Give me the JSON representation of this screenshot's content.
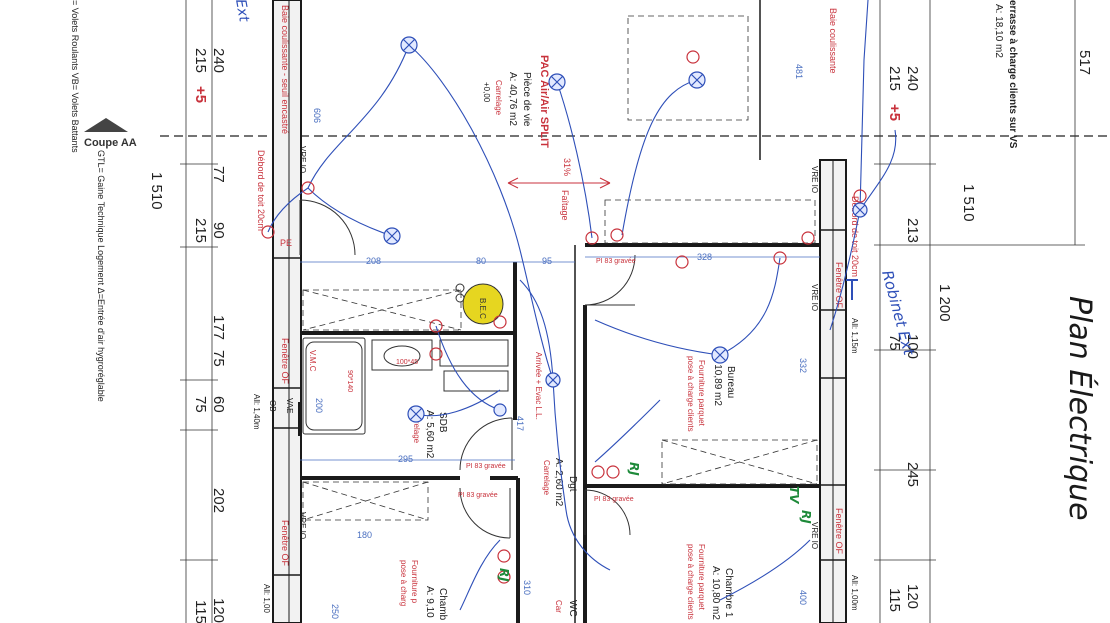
{
  "legend": {
    "line1": "= Volets Roulants   VB= Volets Battants",
    "line2": "GTL= Gaine Technique Logement   Δ=Entrée d'air hygroréglable",
    "section": "Coupe AA"
  },
  "title": "Plan Électrique",
  "dims": {
    "left": [
      "240",
      "215",
      "+5",
      "1 510",
      "77",
      "90",
      "215",
      "177",
      "75",
      "60",
      "75",
      "202",
      "120",
      "115"
    ],
    "right": [
      "517",
      "240",
      "215",
      "+5",
      "1 510",
      "213",
      "1 200",
      "100",
      "75",
      "245",
      "120",
      "115"
    ],
    "inner": [
      "208",
      "80",
      "95",
      "328",
      "332",
      "295",
      "200",
      "250",
      "180",
      "417",
      "606",
      "481",
      "310",
      "400"
    ]
  },
  "rooms": {
    "pac": [
      "PAC Air/Air SPLIT",
      "Pièce de vie",
      "A: 40,76 m2",
      "Carrelage",
      "+0,00"
    ],
    "terrace": [
      "errasse à charge clients sur VS",
      "A: 18,10 m2"
    ],
    "bureau": [
      "Bureau",
      "A: 10,89 m2",
      "Fourniture parquet",
      "pose à charge clients"
    ],
    "sdb": [
      "SDB",
      "A: 5,60 m2",
      "Carrelage"
    ],
    "dgt": [
      "Dgt",
      "A: 2,60 m2",
      "Carrelage"
    ],
    "chambre1": [
      "Chambre 1",
      "A: 10,80 m2",
      "Fourniture parquet",
      "pose à charge clients"
    ],
    "chambre2": [
      "Chamb",
      "A: 9,10",
      "Fourniture p",
      "pose à charg"
    ],
    "wc": [
      "WC",
      "Car"
    ]
  },
  "labels": {
    "baie": "Baie coulissante",
    "baie2": "Baie coulissante - seuil encastré",
    "debord": "Débord de toit 20cm",
    "vreio": "VRE IO",
    "pi83": "PI 83 gravée",
    "fenetre": "Fenêtre OF",
    "pe": "PE",
    "ob": "OB",
    "vae": "VAE",
    "vmc": "V.M.C",
    "bec": "B.E.C",
    "falage": "Faîtage",
    "pct": "31%",
    "arrivee": "Arrivée + Evac L.L.",
    "all_left": "All: 1,40m",
    "all_right1": "All: 1,15m",
    "all_right2": "All: 1,00m",
    "all_left2": "All: 1,00",
    "tub": "100*45",
    "s90": "90*140"
  },
  "hand": {
    "note": "Robinet Ext",
    "ri": "RJ",
    "tv": "TV",
    "ext": "Ext"
  },
  "colors": {
    "structure": "#1a1a1a",
    "annotation": "#c8323c",
    "pen": "#2e4fb8",
    "green": "#1e8a3a",
    "yellow": "#e6d620"
  }
}
